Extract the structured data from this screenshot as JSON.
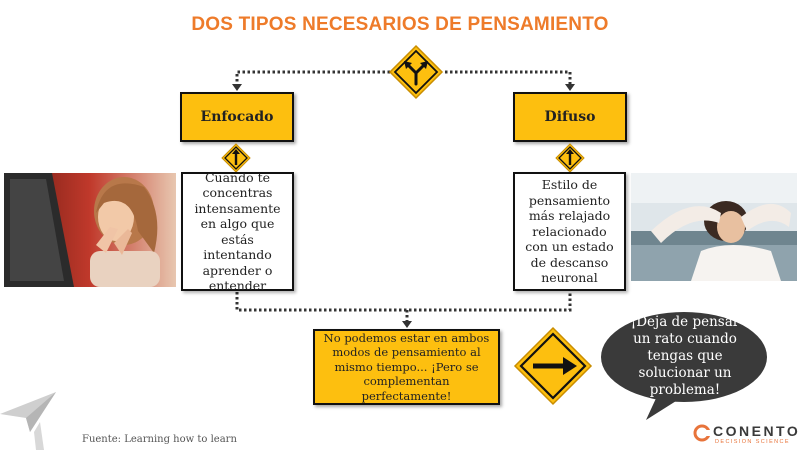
{
  "title": "DOS TIPOS NECESARIOS DE PENSAMIENTO",
  "modes": {
    "focused": {
      "label": "Enfocado",
      "description": "Cuando te concentras intensamente en algo que estás intentando aprender o entender"
    },
    "diffuse": {
      "label": "Difuso",
      "description": "Estilo de pensamiento más relajado relacionado con un estado de descanso neuronal"
    }
  },
  "note": "No podemos estar en ambos modos de pensamiento al mismo tiempo... ¡Pero se complementan perfectamente!",
  "bubble": "¡Deja de pensar un rato cuando tengas que solucionar un problema!",
  "source": "Fuente: Learning how to learn",
  "brand": {
    "name": "CONENTO",
    "tagline": "DECISION SCIENCE"
  },
  "icons": {
    "top_sign": "fork-sign-icon",
    "focused_sign": "one-way-sign-icon",
    "diffuse_sign": "one-way-sign-icon",
    "right_sign": "right-arrow-sign-icon"
  },
  "colors": {
    "accent": "#fdbf0f",
    "title": "#ee7b2a",
    "bubble": "#3a3a3a"
  }
}
